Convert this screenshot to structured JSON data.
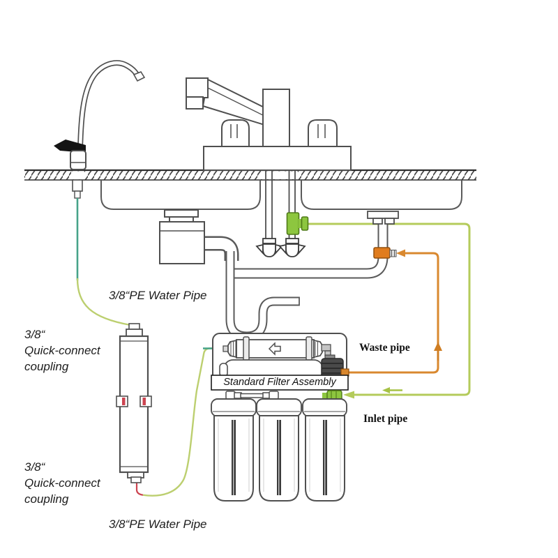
{
  "labels": {
    "pe_pipe_top": "3/8“PE Water Pipe",
    "coupling_upper": "3/8“\nQuick-connect\ncoupling",
    "coupling_lower": "3/8“\nQuick-connect\ncoupling",
    "pe_pipe_bottom": "3/8“PE Water Pipe",
    "waste_pipe": "Waste pipe",
    "inlet_pipe": "Inlet pipe",
    "filter_assembly": "Standard Filter Assembly"
  },
  "colors": {
    "line": "#4f4f4f",
    "teal": "#46a389",
    "tube-green": "#bccf6f",
    "inlet-green": "#b4cb5b",
    "valve-green": "#8dc63f",
    "valve-green-dark": "#4f7a18",
    "waste-orange": "#d9882f",
    "clamp-orange": "#e07c1e",
    "clamp-orange-dark": "#93500e",
    "red": "#cc4450",
    "pump-dark": "#4a4a4a",
    "text": "#1c1c1c"
  }
}
